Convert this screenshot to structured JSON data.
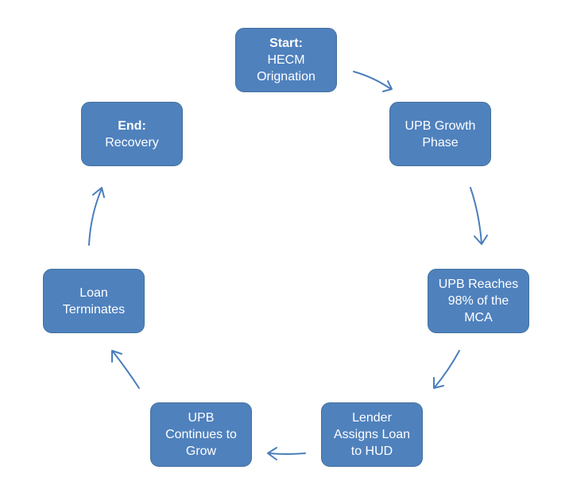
{
  "diagram": {
    "type": "cycle",
    "accent_color": "#4f81bd",
    "arrow_color": "#4a7ebb",
    "nodes": [
      {
        "id": "start",
        "lines": [
          {
            "text": "Start:",
            "bold": true
          },
          {
            "text": "HECM",
            "bold": false
          },
          {
            "text": "Orignation",
            "bold": false
          }
        ]
      },
      {
        "id": "growth",
        "lines": [
          {
            "text": "UPB Growth",
            "bold": false
          },
          {
            "text": "Phase",
            "bold": false
          }
        ]
      },
      {
        "id": "reaches",
        "lines": [
          {
            "text": "UPB Reaches",
            "bold": false
          },
          {
            "text": "98% of the",
            "bold": false
          },
          {
            "text": "MCA",
            "bold": false
          }
        ]
      },
      {
        "id": "assigns",
        "lines": [
          {
            "text": "Lender",
            "bold": false
          },
          {
            "text": "Assigns Loan",
            "bold": false
          },
          {
            "text": "to HUD",
            "bold": false
          }
        ]
      },
      {
        "id": "continues",
        "lines": [
          {
            "text": "UPB",
            "bold": false
          },
          {
            "text": "Continues to",
            "bold": false
          },
          {
            "text": "Grow",
            "bold": false
          }
        ]
      },
      {
        "id": "terminates",
        "lines": [
          {
            "text": "Loan",
            "bold": false
          },
          {
            "text": "Terminates",
            "bold": false
          }
        ]
      },
      {
        "id": "end",
        "lines": [
          {
            "text": "End:",
            "bold": true
          },
          {
            "text": "Recovery",
            "bold": false
          }
        ]
      }
    ],
    "edges": [
      {
        "from": "start",
        "to": "growth"
      },
      {
        "from": "growth",
        "to": "reaches"
      },
      {
        "from": "reaches",
        "to": "assigns"
      },
      {
        "from": "assigns",
        "to": "continues"
      },
      {
        "from": "continues",
        "to": "terminates"
      },
      {
        "from": "terminates",
        "to": "end"
      }
    ]
  }
}
